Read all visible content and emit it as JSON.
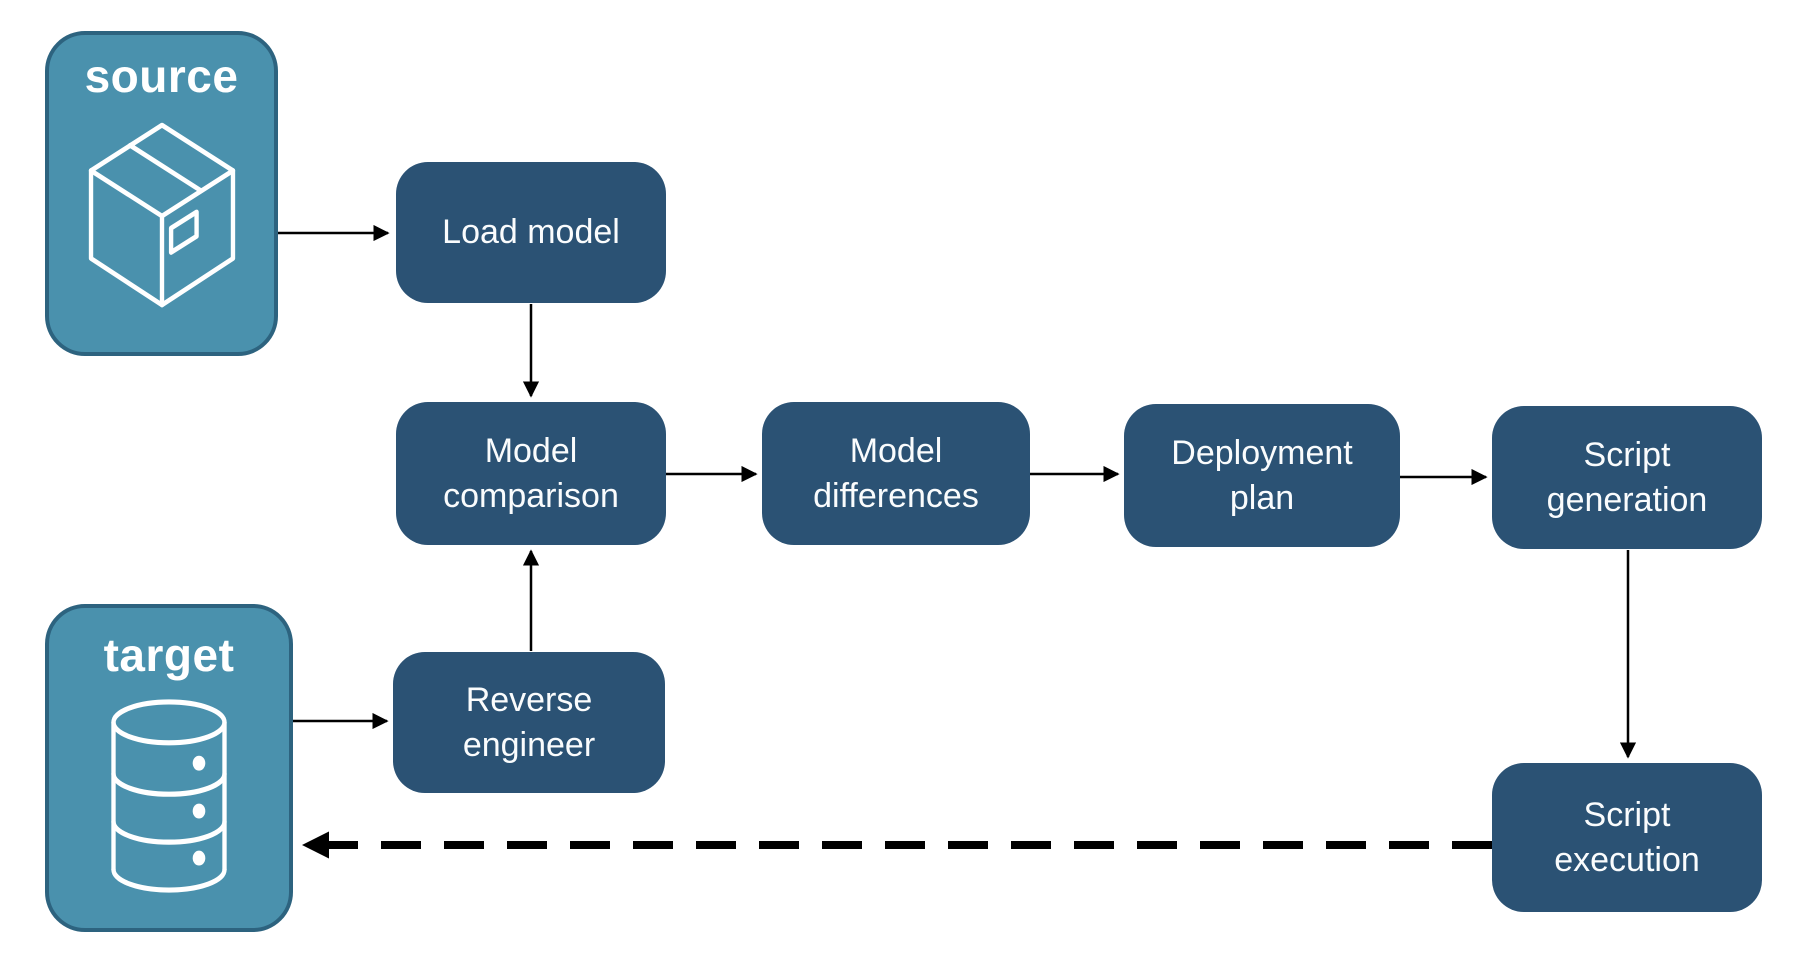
{
  "diagram": {
    "description": "Database schema deployment pipeline flow diagram",
    "colors": {
      "background": "#FFFFFF",
      "node_fill": "#2B5274",
      "node_text": "#FAFCFD",
      "endpoint_fill": "#4A91AD",
      "endpoint_border": "#2D637F",
      "endpoint_text": "#FFFFFF",
      "arrow": "#000000"
    },
    "endpoints": [
      {
        "id": "source",
        "label": "source",
        "icon": "package-icon"
      },
      {
        "id": "target",
        "label": "target",
        "icon": "database-icon"
      }
    ],
    "nodes": [
      {
        "id": "load-model",
        "label": "Load model"
      },
      {
        "id": "model-comparison",
        "label": "Model comparison"
      },
      {
        "id": "model-differences",
        "label": "Model differences"
      },
      {
        "id": "deployment-plan",
        "label": "Deployment plan"
      },
      {
        "id": "script-generation",
        "label": "Script generation"
      },
      {
        "id": "reverse-engineer",
        "label": "Reverse engineer"
      },
      {
        "id": "script-execution",
        "label": "Script execution"
      }
    ],
    "edges": [
      {
        "from": "source",
        "to": "load-model",
        "style": "solid"
      },
      {
        "from": "load-model",
        "to": "model-comparison",
        "style": "solid"
      },
      {
        "from": "model-comparison",
        "to": "model-differences",
        "style": "solid"
      },
      {
        "from": "model-differences",
        "to": "deployment-plan",
        "style": "solid"
      },
      {
        "from": "deployment-plan",
        "to": "script-generation",
        "style": "solid"
      },
      {
        "from": "target",
        "to": "reverse-engineer",
        "style": "solid"
      },
      {
        "from": "reverse-engineer",
        "to": "model-comparison",
        "style": "solid"
      },
      {
        "from": "script-generation",
        "to": "script-execution",
        "style": "solid"
      },
      {
        "from": "script-execution",
        "to": "target",
        "style": "dashed"
      }
    ]
  }
}
